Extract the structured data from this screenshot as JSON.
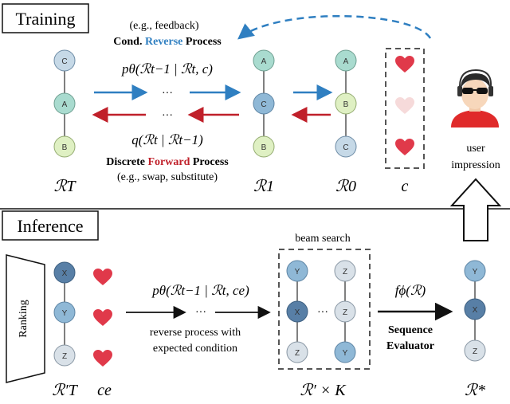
{
  "sections": {
    "training_label": "Training",
    "inference_label": "Inference"
  },
  "training": {
    "feedback_example": "(e.g., feedback)",
    "reverse_process_prefix": "Cond. ",
    "reverse_process_word": "Reverse",
    "reverse_process_suffix": " Process",
    "reverse_formula": "pθ(ℛt−1 | ℛt, c)",
    "forward_formula": "q(ℛt | ℛt−1)",
    "forward_process_prefix": "Discrete ",
    "forward_process_word": "Forward",
    "forward_process_suffix": " Process",
    "forward_example": "(e.g., swap, substitute)",
    "dots": "···",
    "chain_T_label": "ℛT",
    "chain_1_label": "ℛ1",
    "chain_0_label": "ℛ0",
    "condition_label": "c",
    "chain_T_items": [
      "C",
      "A",
      "B"
    ],
    "chain_1_items": [
      "A",
      "C",
      "B"
    ],
    "chain_0_items": [
      "A",
      "B",
      "C"
    ],
    "user_label_1": "user",
    "user_label_2": "impression"
  },
  "inference": {
    "ranking_label": "Ranking",
    "chain_T_items": [
      "X",
      "Y",
      "Z"
    ],
    "chain_T_label": "ℛ′T",
    "condition_label": "ce",
    "reverse_formula": "pθ(ℛt−1 | ℛt, ce)",
    "dots": "···",
    "reverse_desc_1": "reverse process with",
    "reverse_desc_2": "expected condition",
    "beam_search_label": "beam search",
    "beam_left_items": [
      "Y",
      "X",
      "Z"
    ],
    "beam_right_items": [
      "Z",
      "Z",
      "Y"
    ],
    "beam_dots": "···",
    "beam_output_label": "ℛ′ × K",
    "evaluator_formula": "fϕ(ℛ)",
    "evaluator_label_1": "Sequence",
    "evaluator_label_2": "Evaluator",
    "final_items": [
      "Y",
      "X",
      "Z"
    ],
    "final_label": "ℛ*"
  },
  "colors": {
    "blue_arrow": "#2f7fc1",
    "red_arrow": "#c0202a",
    "heart": "#e0394a",
    "heart_faded": "#f6dada",
    "node_dark": "#587fa6",
    "node_mid": "#8fb8d6",
    "node_light": "#c6d9e7",
    "node_pale": "#d9e1e8",
    "node_green": "#dff0c3",
    "node_teal": "#a9dbcf",
    "node_aqua": "#c6e8e0"
  }
}
